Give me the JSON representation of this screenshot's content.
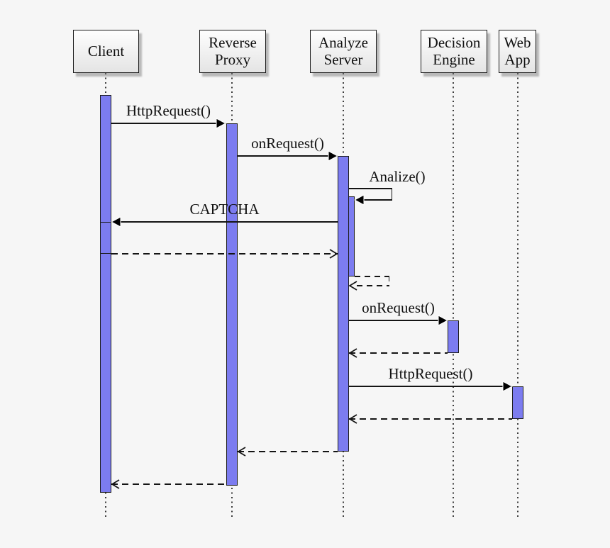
{
  "diagram_type": "uml-sequence-diagram",
  "colors": {
    "background": "#f6f6f6",
    "activation_fill": "#7c7cf0",
    "line": "#141414"
  },
  "actors": [
    {
      "id": "client",
      "label": "Client"
    },
    {
      "id": "reverse-proxy",
      "label": "Reverse\nProxy"
    },
    {
      "id": "analyze-server",
      "label": "Analyze\nServer"
    },
    {
      "id": "decision-engine",
      "label": "Decision\nEngine"
    },
    {
      "id": "web-app",
      "label": "Web\nApp"
    }
  ],
  "messages": {
    "http_request_client_to_proxy": {
      "label": "HttpRequest()",
      "kind": "synchronous-call"
    },
    "on_request_proxy_to_analyze": {
      "label": "onRequest()",
      "kind": "synchronous-call"
    },
    "analize_self_call": {
      "label": "Analize()",
      "kind": "self-call"
    },
    "captcha_analyze_to_client": {
      "label": "CAPTCHA",
      "kind": "synchronous-call"
    },
    "captcha_reply_client_to_analyze": {
      "kind": "dashed-return"
    },
    "analize_self_return": {
      "kind": "dashed-self-return"
    },
    "on_request_analyze_to_decision": {
      "label": "onRequest()",
      "kind": "synchronous-call"
    },
    "reply_decision_to_analyze": {
      "kind": "dashed-return"
    },
    "http_request_analyze_to_webapp": {
      "label": "HttpRequest()",
      "kind": "synchronous-call"
    },
    "reply_webapp_to_analyze": {
      "kind": "dashed-return"
    },
    "reply_analyze_to_proxy": {
      "kind": "dashed-return"
    },
    "reply_proxy_to_client": {
      "kind": "dashed-return"
    }
  }
}
